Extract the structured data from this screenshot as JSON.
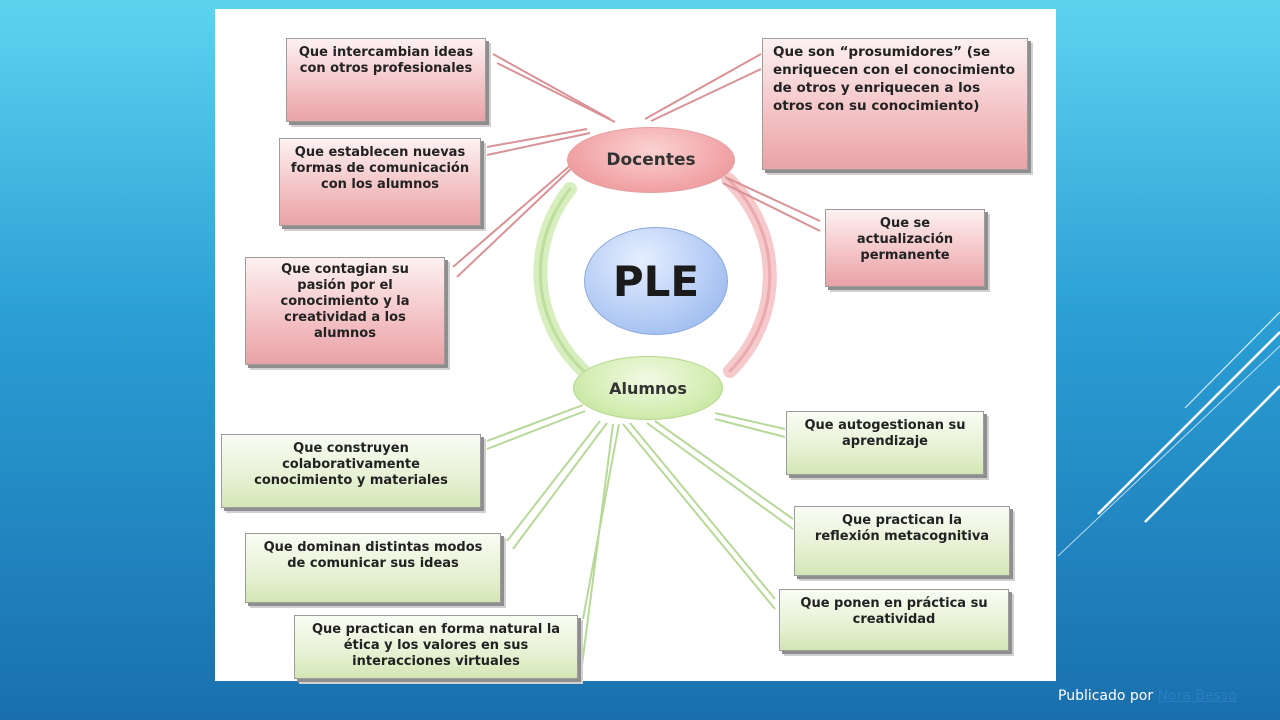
{
  "center": "PLE",
  "nodes": {
    "docentes": "Docentes",
    "alumnos": "Alumnos"
  },
  "docentes_items": [
    "Que intercambian ideas con otros profesionales",
    "Que son “prosumidores” (se enriquecen con el conocimiento de otros y enriquecen a los otros con su conocimiento)",
    "Que establecen nuevas formas de comunicación con los alumnos",
    "Que se actualización permanente",
    "Que contagian su pasión por el conocimiento y la creatividad a los alumnos"
  ],
  "alumnos_items": [
    "Que autogestionan su aprendizaje",
    "Que construyen colaborativamente conocimiento y materiales",
    "Que practican la reflexión metacognitiva",
    "Que dominan distintas modos de comunicar sus ideas",
    "Que ponen en práctica su creatividad",
    "Que practican en forma natural la ética y los valores en sus interacciones virtuales"
  ],
  "colors": {
    "docentes": "#f2a7a9",
    "alumnos": "#d4edb2",
    "ple": "#b6cdf5",
    "background_top": "#5ed3ef",
    "background_bottom": "#1a6fae"
  },
  "footer": {
    "prefix": "Publicado por",
    "author": "Nora Besso"
  }
}
